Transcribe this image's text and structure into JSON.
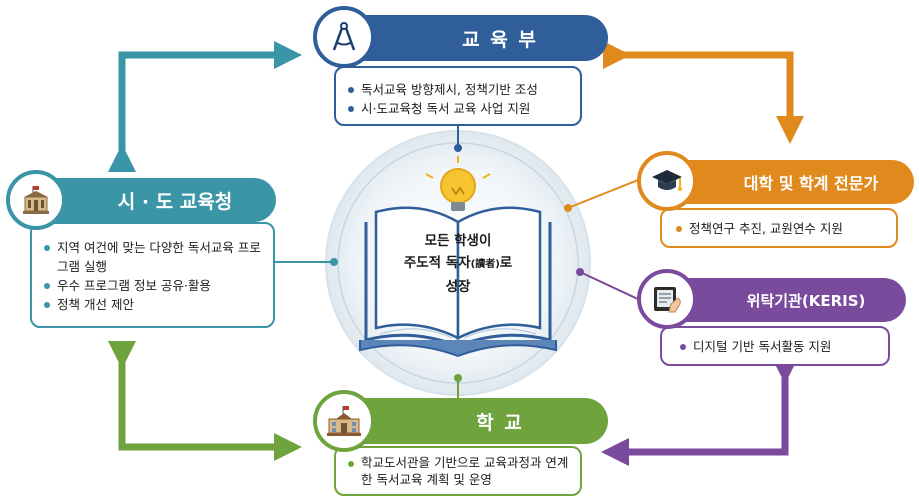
{
  "center": {
    "line1": "모든 학생이",
    "line2_pre": "주도적 독자",
    "line2_hanja": "(讀者)",
    "line2_post": "로",
    "line3": "성장"
  },
  "ministry": {
    "title": "교 육 부",
    "items": [
      "독서교육 방향제시, 정책기반 조성",
      "시·도교육청 독서 교육 사업 지원"
    ],
    "icon": "compass-icon",
    "color": "#2f5e9a"
  },
  "office": {
    "title": "시 · 도 교육청",
    "items": [
      "지역 여건에 맞는 다양한 독서교육 프로그램 실행",
      "우수 프로그램 정보 공유·활용",
      "정책 개선 제안"
    ],
    "icon": "government-building-icon",
    "color": "#3a95a6"
  },
  "university": {
    "title": "대학 및 학계 전문가",
    "items": [
      "정책연구 추진, 교원연수 지원"
    ],
    "icon": "graduation-cap-icon",
    "color": "#e08a1e"
  },
  "keris": {
    "title": "위탁기관(KERIS)",
    "items": [
      "디지털 기반 독서활동 지원"
    ],
    "icon": "digital-book-icon",
    "color": "#7a4a9c"
  },
  "school": {
    "title": "학 교",
    "items": [
      "학교도서관을 기반으로 교육과정과 연계한 독서교육 계획 및 운영"
    ],
    "icon": "school-building-icon",
    "color": "#6ea33e"
  }
}
